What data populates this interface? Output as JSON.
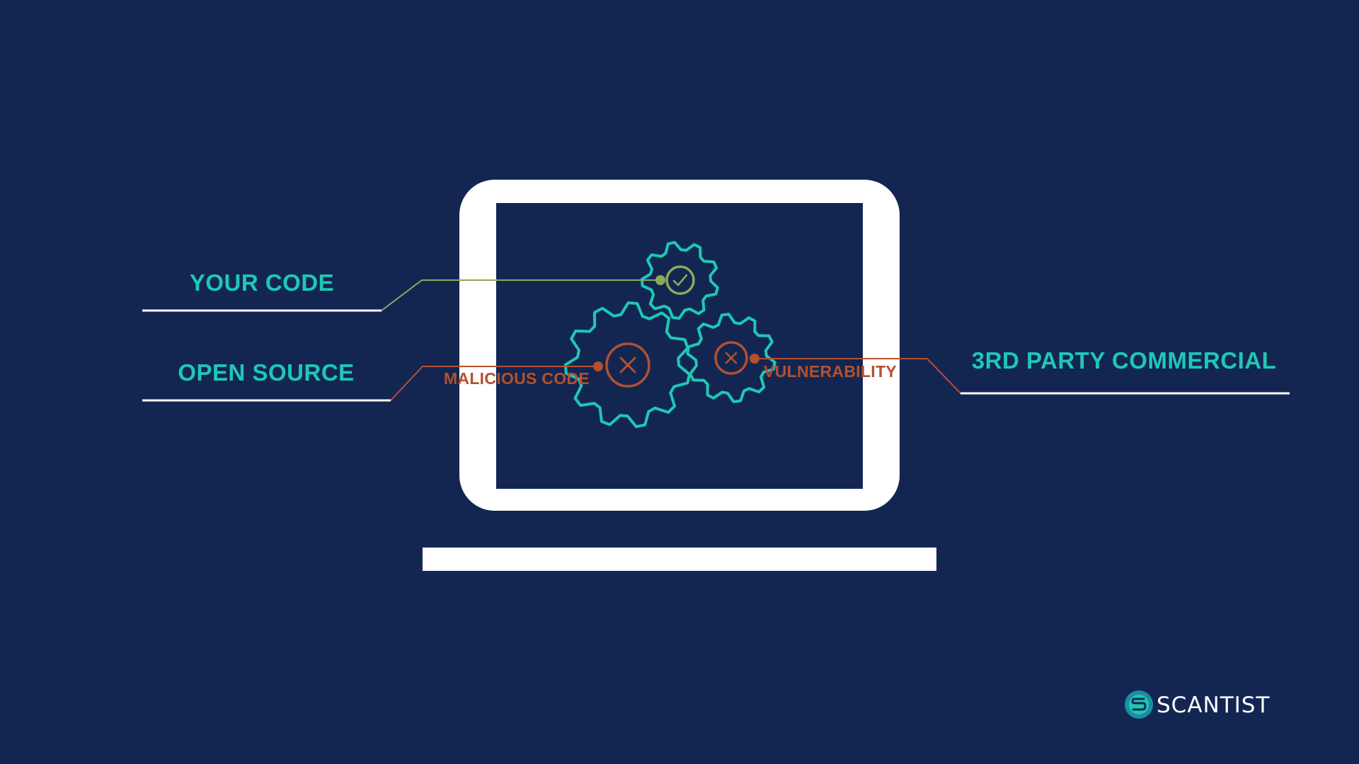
{
  "colors": {
    "background": "#132652",
    "frame": "#ffffff",
    "accent_teal": "#1ec8b4",
    "accent_green": "#8bab5a",
    "accent_rust": "#b4502e"
  },
  "labels": {
    "your_code": "YOUR CODE",
    "open_source": "OPEN SOURCE",
    "third_party": "3RD PARTY COMMERCIAL",
    "malicious_code": "MALICIOUS CODE",
    "vulnerability": "VULNERABILITY"
  },
  "icons": {
    "laptop": "laptop-icon",
    "gear_top": "gear-icon",
    "gear_left": "gear-icon",
    "gear_right": "gear-icon",
    "check": "check-icon",
    "cross": "x-icon"
  },
  "brand": {
    "name": "SCANTIST"
  }
}
